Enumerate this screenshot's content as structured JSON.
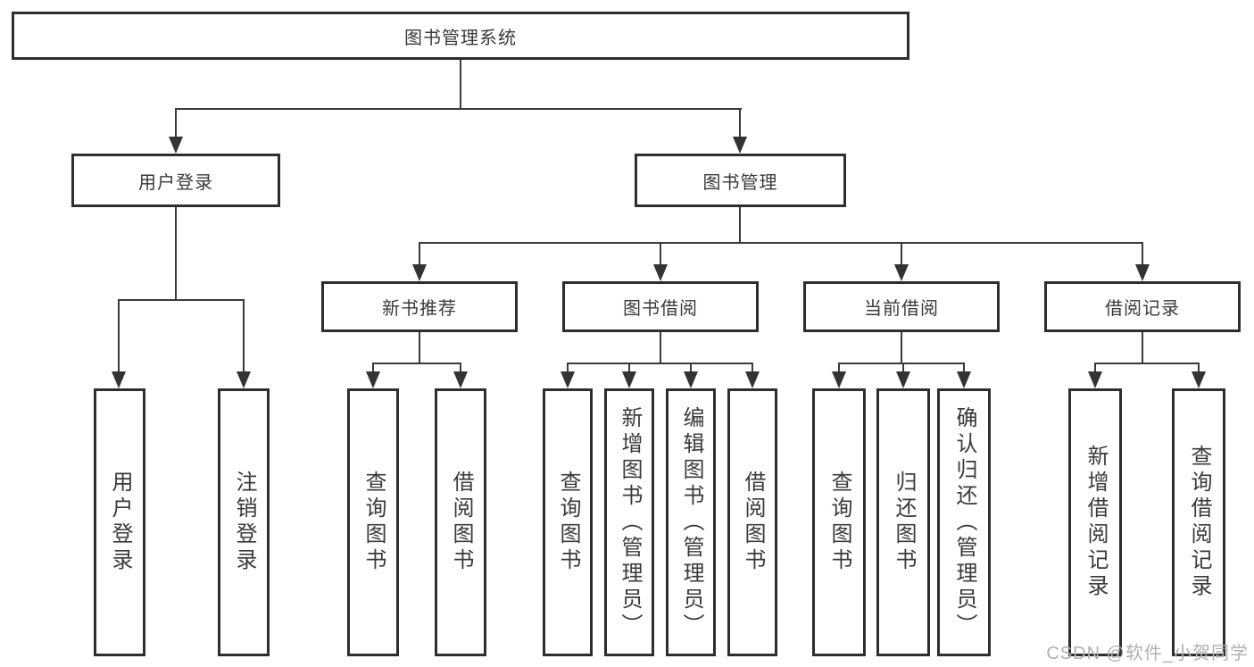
{
  "diagram": {
    "root": {
      "label": "图书管理系统"
    },
    "branches": [
      {
        "label": "用户登录",
        "children": [
          {
            "label": "用户登录"
          },
          {
            "label": "注销登录"
          }
        ]
      },
      {
        "label": "图书管理",
        "children": [
          {
            "label": "新书推荐",
            "children": [
              {
                "label": "查询图书"
              },
              {
                "label": "借阅图书"
              }
            ]
          },
          {
            "label": "图书借阅",
            "children": [
              {
                "label": "查询图书"
              },
              {
                "label": "新增图书（管理员）"
              },
              {
                "label": "编辑图书（管理员）"
              },
              {
                "label": "借阅图书"
              }
            ]
          },
          {
            "label": "当前借阅",
            "children": [
              {
                "label": "查询图书"
              },
              {
                "label": "归还图书"
              },
              {
                "label": "确认归还（管理员）"
              }
            ]
          },
          {
            "label": "借阅记录",
            "children": [
              {
                "label": "新增借阅记录"
              },
              {
                "label": "查询借阅记录"
              }
            ]
          }
        ]
      }
    ]
  },
  "watermark": "CSDN @软件_小贺同学",
  "colors": {
    "line": "#3a3a3a",
    "box_border": "#2e2e2e",
    "box_fill": "#ffffff",
    "text": "#3a3a3a",
    "watermark": "#b0b0b0"
  }
}
